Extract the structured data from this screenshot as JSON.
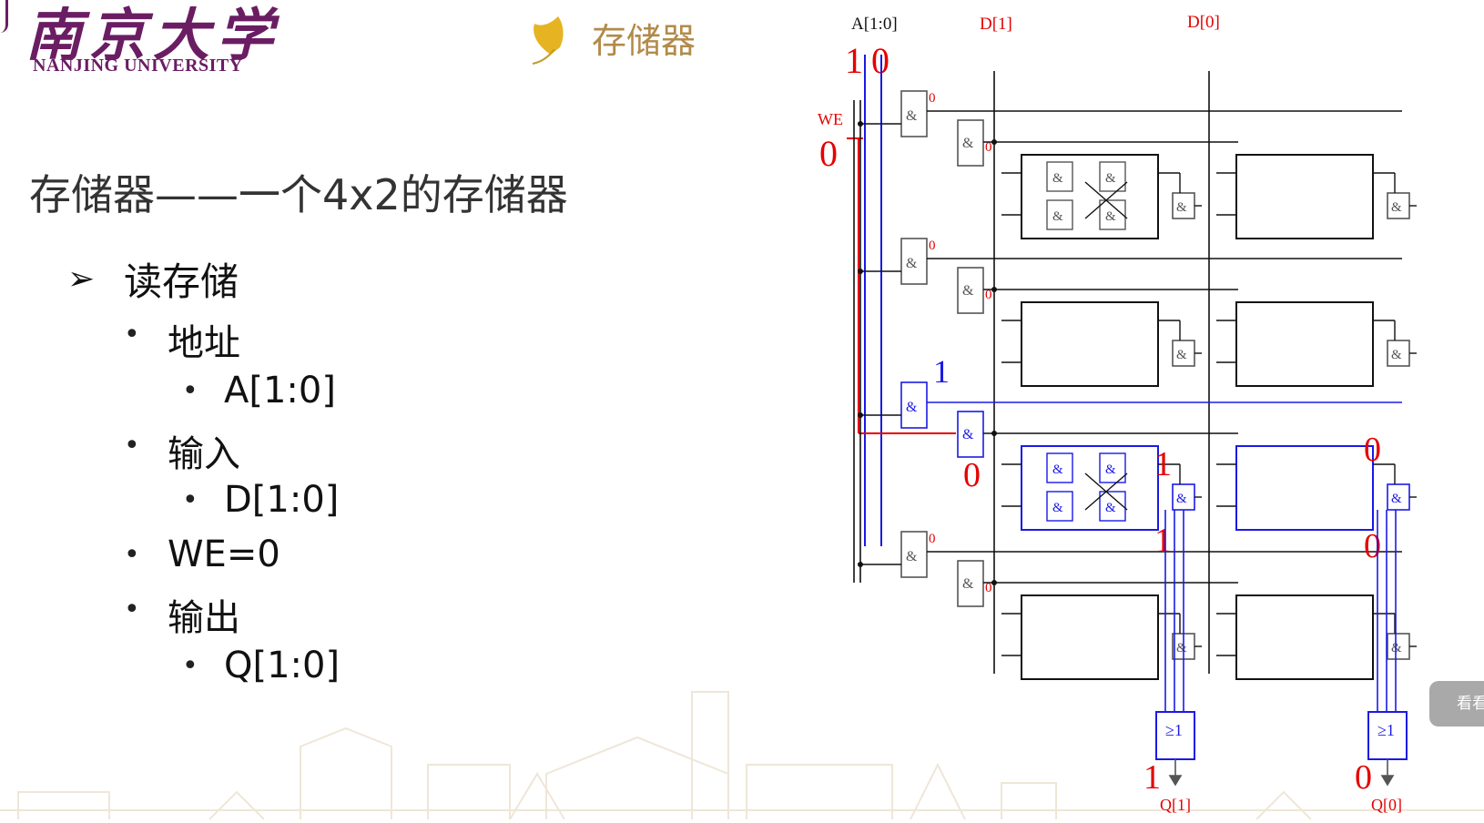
{
  "header": {
    "logo_cn": "南京大学",
    "logo_en": "NANJING UNIVERSITY",
    "section_title": "存储器"
  },
  "slide": {
    "title": "存储器——一个4x2的存储器",
    "bullets": {
      "read": "读存储",
      "address": "地址",
      "address_value": "A[1:0]",
      "input": "输入",
      "input_value": "D[1:0]",
      "we": "WE=0",
      "output": "输出",
      "output_value": "Q[1:0]"
    }
  },
  "circuit": {
    "labels": {
      "address": "A[1:0]",
      "d1": "D[1]",
      "d0": "D[0]",
      "we": "WE",
      "q1": "Q[1]",
      "q0": "Q[0]"
    },
    "signals": {
      "a1": "1",
      "a0": "0",
      "we_value": "0",
      "row_zero": "0",
      "row_selected": "1",
      "cell_d1_top": "1",
      "cell_d1_bottom": "1",
      "cell_d0_top": "0",
      "cell_d0_bottom": "0",
      "write_enable_row": "0",
      "q1_value": "1",
      "q0_value": "0"
    },
    "gates": {
      "and": "&",
      "or": "≥1"
    },
    "colors": {
      "active": "#1a1ae6",
      "signal": "#e60000",
      "wire": "#111111"
    }
  },
  "tooltip": {
    "label": "看看"
  }
}
